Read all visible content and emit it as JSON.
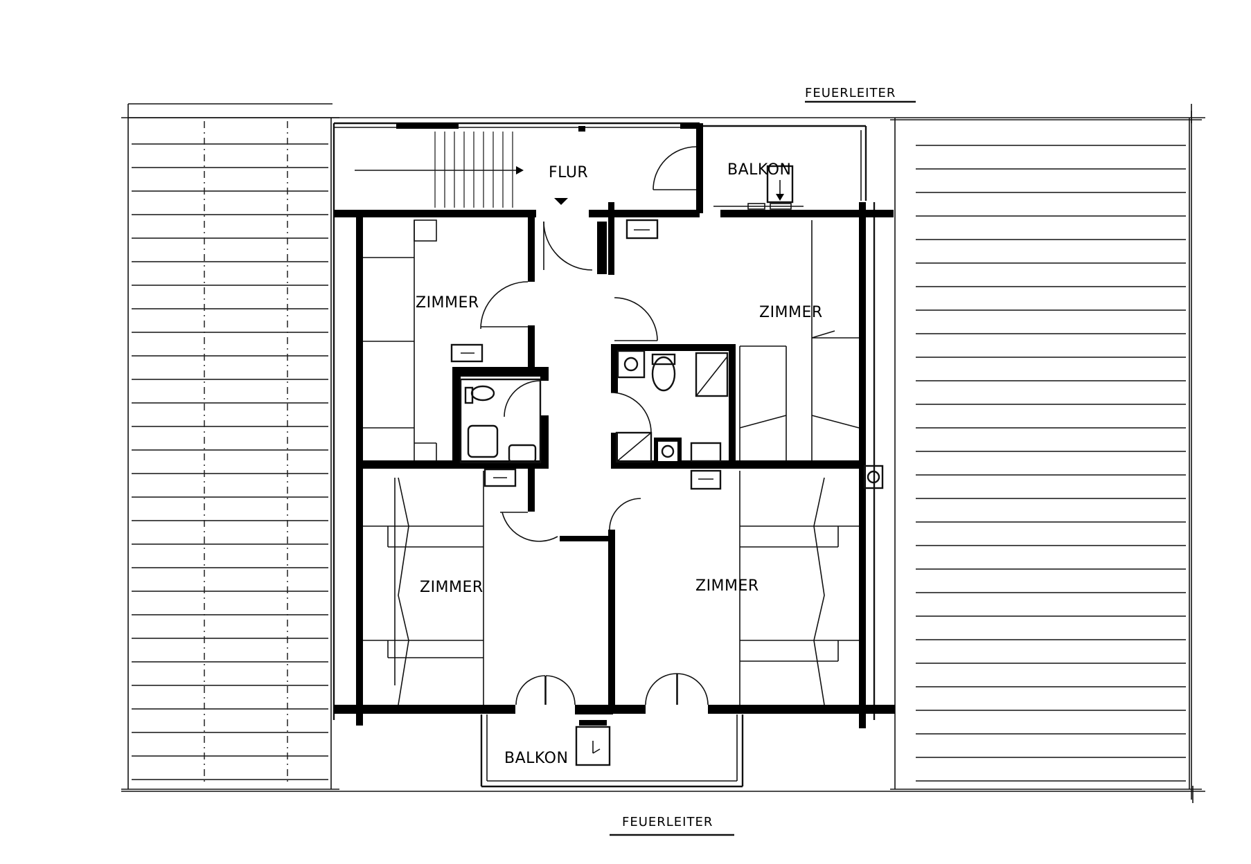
{
  "labels": {
    "fire_ladder_top": "FEUERLEITER",
    "fire_ladder_bottom": "FEUERLEITER",
    "hall": "FLUR",
    "balcony_top": "BALKON",
    "balcony_bottom": "BALKON",
    "room_top_left": "ZIMMER",
    "room_top_right": "ZIMMER",
    "room_bottom_left": "ZIMMER",
    "room_bottom_right": "ZIMMER"
  }
}
